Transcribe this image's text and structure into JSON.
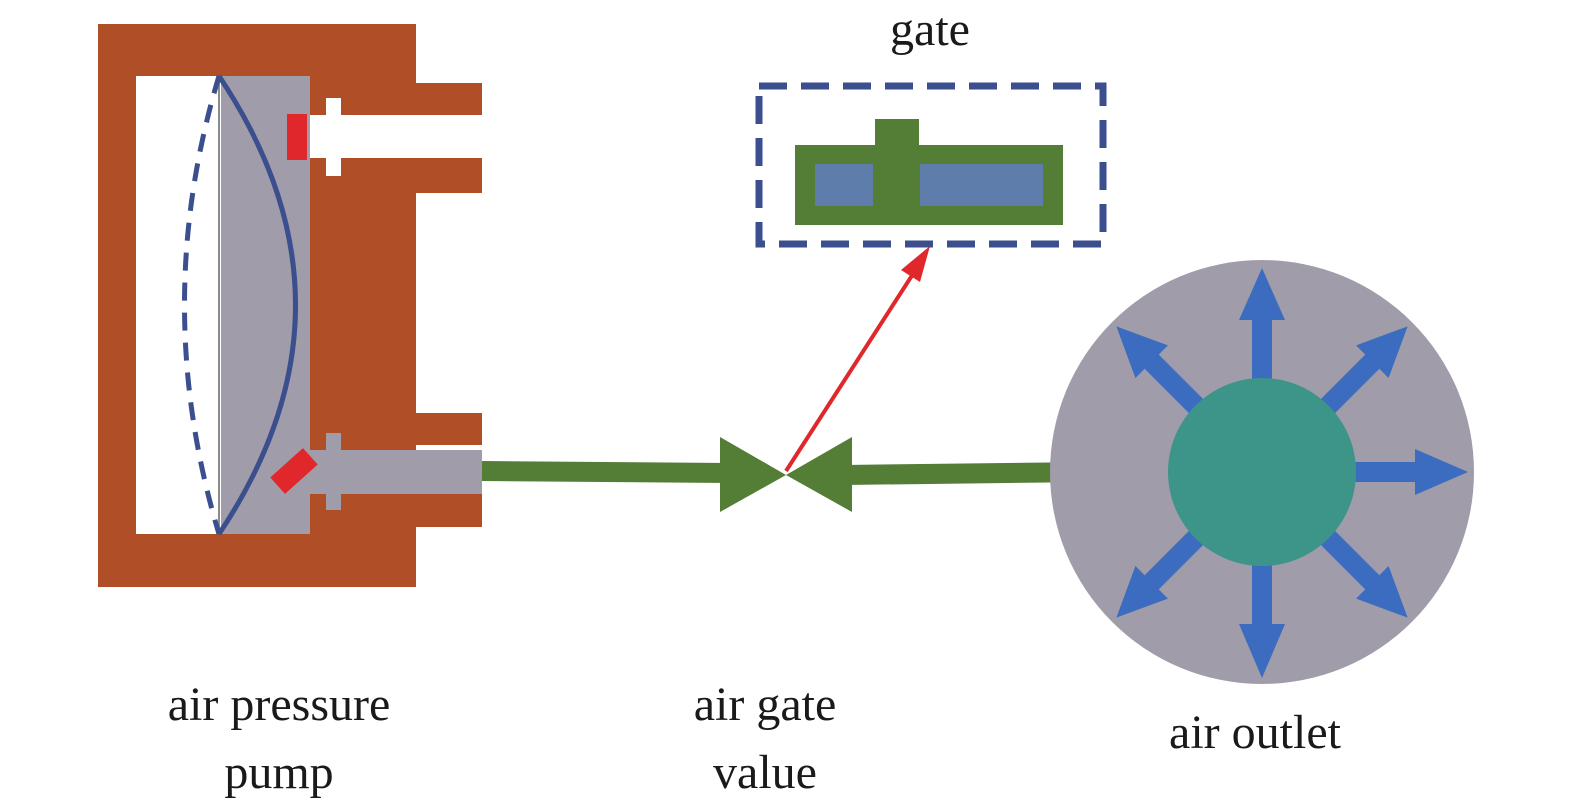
{
  "labels": {
    "gate": "gate",
    "pump_line1": "air pressure",
    "pump_line2": "pump",
    "valve_line1": "air gate",
    "valve_line2": "value",
    "outlet": "air outlet"
  },
  "colors": {
    "pump_body": "#b04f27",
    "chamber": "#a09ca9",
    "diaphragm": "#3b4e8e",
    "check_valve": "#e0272b",
    "pipe": "#547d36",
    "gate_frame": "#3b4e8e",
    "gate_slot": "#5e7dab",
    "pointer_arrow": "#e0272b",
    "outlet_disc": "#a09ca9",
    "outlet_core": "#3d9489",
    "outlet_arrows": "#3b6cbf",
    "text": "#1a1a1a"
  },
  "icons": {
    "pump": "air-pressure-pump-icon",
    "valve": "bowtie-valve-icon",
    "gate": "gate-detail-icon",
    "outlet": "radial-outlet-icon"
  }
}
